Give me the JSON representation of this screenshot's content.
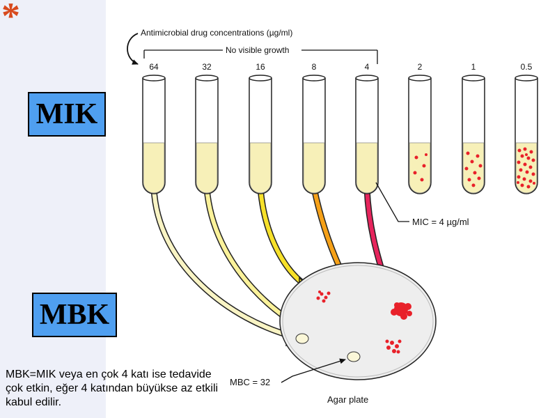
{
  "slide": {
    "asterisk": "*",
    "mik_label": "MIK",
    "mbk_label": "MBK",
    "caption": "MBK=MIK veya en çok 4 katı ise tedavide çok etkin, eğer 4 katından büyükse az etkili kabul edilir."
  },
  "diagram": {
    "header": "Antimicrobial drug concentrations (µg/ml)",
    "no_growth": "No visible growth",
    "concentrations": [
      "64",
      "32",
      "16",
      "8",
      "4",
      "2",
      "1",
      "0.5"
    ],
    "mic_label": "MIC = 4 µg/ml",
    "mbc_label": "MBC = 32",
    "plate_label": "Agar plate",
    "colors": {
      "broth": "#f7f0b8",
      "colony": "#e8212a",
      "arrow_64": "#f9f4c4",
      "arrow_32": "#fbf29a",
      "arrow_16": "#f7e12a",
      "arrow_8": "#f6a118",
      "arrow_4": "#e6245c",
      "plate": "#eeeeee"
    }
  }
}
